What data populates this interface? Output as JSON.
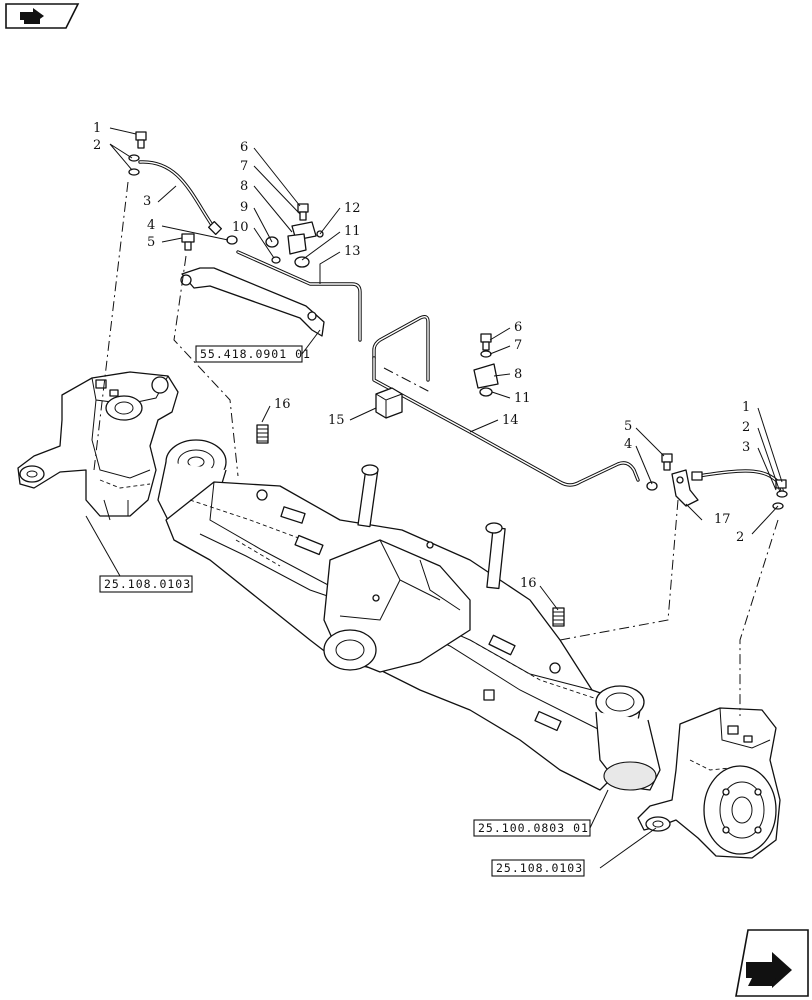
{
  "callouts": {
    "c1a": "1",
    "c2a": "2",
    "c3a": "3",
    "c4a": "4",
    "c5a": "5",
    "c6a": "6",
    "c7a": "7",
    "c8a": "8",
    "c9": "9",
    "c10": "10",
    "c11a": "11",
    "c12": "12",
    "c13": "13",
    "c6b": "6",
    "c7b": "7",
    "c8b": "8",
    "c11b": "11",
    "c14": "14",
    "c15": "15",
    "c16a": "16",
    "c16b": "16",
    "c5b": "5",
    "c4b": "4",
    "c1b": "1",
    "c2b": "2",
    "c3b": "3",
    "c2c": "2",
    "c17": "17"
  },
  "references": {
    "ref_bracket": "55.418.0901 01",
    "ref_knuckle_left": "25.108.0103",
    "ref_axle": "25.100.0803 01",
    "ref_knuckle_right": "25.108.0103"
  },
  "icons": {
    "top_left": "book-arrow-icon",
    "bottom_right": "next-page-arrow-icon"
  }
}
